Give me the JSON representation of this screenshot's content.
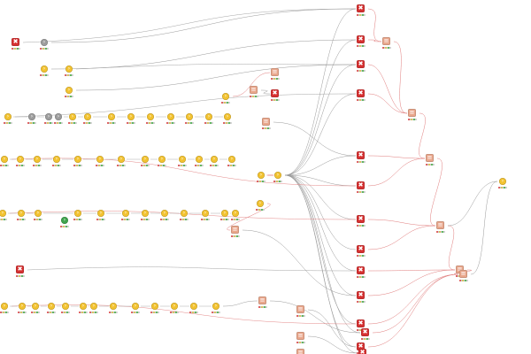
{
  "theme": {
    "background": "#ffffff",
    "edge_grey": "#9a9a9a",
    "edge_red": "#e07a7a",
    "yellow": "#f2c230",
    "grey": "#9c9c9c",
    "green": "#3fa34d",
    "salmon": "#e9a78c",
    "red": "#d63232"
  },
  "node_types": {
    "yellow": {
      "icon": "arrow-right-icon"
    },
    "grey": {
      "icon": "arrow-right-icon"
    },
    "green": {
      "icon": "arrow-right-icon"
    },
    "salmon": {
      "icon": "table-icon"
    },
    "red": {
      "icon": "cross-icon"
    }
  },
  "nodes": [
    {
      "id": "n1",
      "type": "red",
      "label": "",
      "caption": ""
    },
    {
      "id": "n2",
      "type": "grey",
      "label": "",
      "caption": ""
    },
    {
      "id": "n3",
      "type": "yellow",
      "label": "",
      "caption": ""
    },
    {
      "id": "n4",
      "type": "yellow",
      "label": "",
      "caption": ""
    },
    {
      "id": "n5",
      "type": "yellow",
      "label": "",
      "caption": ""
    },
    {
      "id": "n6",
      "type": "yellow",
      "label": "",
      "caption": ""
    },
    {
      "id": "n7",
      "type": "grey",
      "label": "",
      "caption": ""
    },
    {
      "id": "n8",
      "type": "grey",
      "label": "",
      "caption": ""
    },
    {
      "id": "n9",
      "type": "grey",
      "label": "",
      "caption": ""
    },
    {
      "id": "n10",
      "type": "yellow",
      "label": "",
      "caption": ""
    },
    {
      "id": "n11",
      "type": "yellow",
      "label": "",
      "caption": ""
    },
    {
      "id": "n12",
      "type": "yellow",
      "label": "",
      "caption": ""
    },
    {
      "id": "n13",
      "type": "yellow",
      "label": "",
      "caption": ""
    },
    {
      "id": "n14",
      "type": "yellow",
      "label": "",
      "caption": ""
    },
    {
      "id": "n15",
      "type": "yellow",
      "label": "",
      "caption": ""
    },
    {
      "id": "n16",
      "type": "yellow",
      "label": "",
      "caption": ""
    },
    {
      "id": "n17",
      "type": "yellow",
      "label": "",
      "caption": ""
    },
    {
      "id": "n18",
      "type": "yellow",
      "label": "",
      "caption": ""
    },
    {
      "id": "n19",
      "type": "yellow",
      "label": "",
      "caption": ""
    },
    {
      "id": "n20",
      "type": "salmon",
      "label": "",
      "caption": ""
    },
    {
      "id": "n21",
      "type": "salmon",
      "label": "",
      "caption": ""
    },
    {
      "id": "n22",
      "type": "red",
      "label": "",
      "caption": ""
    },
    {
      "id": "n23",
      "type": "salmon",
      "label": "",
      "caption": ""
    },
    {
      "id": "n24",
      "type": "yellow",
      "label": "",
      "caption": ""
    },
    {
      "id": "n25",
      "type": "yellow",
      "label": "",
      "caption": ""
    },
    {
      "id": "n26",
      "type": "yellow",
      "label": "",
      "caption": ""
    },
    {
      "id": "n27",
      "type": "yellow",
      "label": "",
      "caption": ""
    },
    {
      "id": "n28",
      "type": "yellow",
      "label": "",
      "caption": ""
    },
    {
      "id": "n29",
      "type": "yellow",
      "label": "",
      "caption": ""
    },
    {
      "id": "n30",
      "type": "yellow",
      "label": "",
      "caption": ""
    },
    {
      "id": "n31",
      "type": "yellow",
      "label": "",
      "caption": ""
    },
    {
      "id": "n32",
      "type": "yellow",
      "label": "",
      "caption": ""
    },
    {
      "id": "n33",
      "type": "yellow",
      "label": "",
      "caption": ""
    },
    {
      "id": "n34",
      "type": "yellow",
      "label": "",
      "caption": ""
    },
    {
      "id": "n35",
      "type": "yellow",
      "label": "",
      "caption": ""
    },
    {
      "id": "n36",
      "type": "yellow",
      "label": "",
      "caption": ""
    },
    {
      "id": "n37",
      "type": "yellow",
      "label": "",
      "caption": ""
    },
    {
      "id": "n38",
      "type": "yellow",
      "label": "",
      "caption": ""
    },
    {
      "id": "n39",
      "type": "yellow",
      "label": "",
      "caption": ""
    },
    {
      "id": "n40",
      "type": "yellow",
      "label": "",
      "caption": ""
    },
    {
      "id": "n41",
      "type": "yellow",
      "label": "",
      "caption": ""
    },
    {
      "id": "n42",
      "type": "yellow",
      "label": "",
      "caption": ""
    },
    {
      "id": "n43",
      "type": "yellow",
      "label": "",
      "caption": ""
    },
    {
      "id": "n44",
      "type": "yellow",
      "label": "",
      "caption": ""
    },
    {
      "id": "n45",
      "type": "yellow",
      "label": "",
      "caption": ""
    },
    {
      "id": "n46",
      "type": "yellow",
      "label": "",
      "caption": ""
    },
    {
      "id": "n47",
      "type": "green",
      "label": "",
      "caption": ""
    },
    {
      "id": "n48",
      "type": "yellow",
      "label": "",
      "caption": ""
    },
    {
      "id": "n49",
      "type": "yellow",
      "label": "",
      "caption": ""
    },
    {
      "id": "n50",
      "type": "yellow",
      "label": "",
      "caption": ""
    },
    {
      "id": "n51",
      "type": "yellow",
      "label": "",
      "caption": ""
    },
    {
      "id": "n52",
      "type": "yellow",
      "label": "",
      "caption": ""
    },
    {
      "id": "n53",
      "type": "salmon",
      "label": "",
      "caption": ""
    },
    {
      "id": "n54",
      "type": "red",
      "label": "",
      "caption": ""
    },
    {
      "id": "n55",
      "type": "yellow",
      "label": "",
      "caption": ""
    },
    {
      "id": "n56",
      "type": "yellow",
      "label": "",
      "caption": ""
    },
    {
      "id": "n57",
      "type": "yellow",
      "label": "",
      "caption": ""
    },
    {
      "id": "n58",
      "type": "yellow",
      "label": "",
      "caption": ""
    },
    {
      "id": "n59",
      "type": "yellow",
      "label": "",
      "caption": ""
    },
    {
      "id": "n60",
      "type": "yellow",
      "label": "",
      "caption": ""
    },
    {
      "id": "n61",
      "type": "yellow",
      "label": "",
      "caption": ""
    },
    {
      "id": "n62",
      "type": "yellow",
      "label": "",
      "caption": ""
    },
    {
      "id": "n63",
      "type": "yellow",
      "label": "",
      "caption": ""
    },
    {
      "id": "n64",
      "type": "yellow",
      "label": "",
      "caption": ""
    },
    {
      "id": "n65",
      "type": "yellow",
      "label": "",
      "caption": ""
    },
    {
      "id": "n66",
      "type": "yellow",
      "label": "",
      "caption": ""
    },
    {
      "id": "n67",
      "type": "yellow",
      "label": "",
      "caption": ""
    },
    {
      "id": "n68",
      "type": "salmon",
      "label": "",
      "caption": ""
    },
    {
      "id": "n69",
      "type": "salmon",
      "label": "",
      "caption": ""
    },
    {
      "id": "n70",
      "type": "salmon",
      "label": "",
      "caption": ""
    },
    {
      "id": "n71",
      "type": "salmon",
      "label": "",
      "caption": ""
    },
    {
      "id": "r1",
      "type": "red",
      "label": "",
      "caption": ""
    },
    {
      "id": "r2",
      "type": "red",
      "label": "",
      "caption": ""
    },
    {
      "id": "r3",
      "type": "red",
      "label": "",
      "caption": ""
    },
    {
      "id": "r4",
      "type": "red",
      "label": "",
      "caption": ""
    },
    {
      "id": "r5",
      "type": "red",
      "label": "",
      "caption": ""
    },
    {
      "id": "r6",
      "type": "red",
      "label": "",
      "caption": ""
    },
    {
      "id": "r7",
      "type": "red",
      "label": "",
      "caption": ""
    },
    {
      "id": "r8",
      "type": "red",
      "label": "",
      "caption": ""
    },
    {
      "id": "r9",
      "type": "red",
      "label": "",
      "caption": ""
    },
    {
      "id": "r10",
      "type": "red",
      "label": "",
      "caption": ""
    },
    {
      "id": "r11",
      "type": "red",
      "label": "",
      "caption": ""
    },
    {
      "id": "r12",
      "type": "red",
      "label": "",
      "caption": ""
    },
    {
      "id": "r13",
      "type": "red",
      "label": "",
      "caption": ""
    },
    {
      "id": "r14",
      "type": "red",
      "label": "",
      "caption": ""
    },
    {
      "id": "j1",
      "type": "salmon",
      "label": "",
      "caption": ""
    },
    {
      "id": "j2",
      "type": "salmon",
      "label": "",
      "caption": ""
    },
    {
      "id": "j3",
      "type": "salmon",
      "label": "",
      "caption": ""
    },
    {
      "id": "j4",
      "type": "salmon",
      "label": "",
      "caption": ""
    },
    {
      "id": "j5",
      "type": "salmon",
      "label": "",
      "caption": ""
    },
    {
      "id": "j6",
      "type": "salmon",
      "label": "",
      "caption": ""
    },
    {
      "id": "out",
      "type": "yellow",
      "label": "",
      "caption": ""
    }
  ],
  "edges": [
    {
      "from": "n2",
      "to": "r1",
      "color": "grey"
    },
    {
      "from": "n3",
      "to": "r2",
      "color": "grey"
    },
    {
      "from": "n5",
      "to": "r3",
      "color": "grey"
    },
    {
      "from": "n19",
      "to": "n20",
      "color": "red"
    },
    {
      "from": "n21",
      "to": "n22",
      "color": "grey"
    },
    {
      "from": "n23",
      "to": "r5",
      "color": "grey"
    },
    {
      "from": "n40",
      "to": "n41",
      "color": "red"
    },
    {
      "from": "n41",
      "to": "r1",
      "color": "grey"
    },
    {
      "from": "n41",
      "to": "r2",
      "color": "grey"
    },
    {
      "from": "n41",
      "to": "r3",
      "color": "grey"
    },
    {
      "from": "n41",
      "to": "r4",
      "color": "grey"
    },
    {
      "from": "n41",
      "to": "r5",
      "color": "grey"
    },
    {
      "from": "n41",
      "to": "r6",
      "color": "grey"
    },
    {
      "from": "n41",
      "to": "r7",
      "color": "grey"
    },
    {
      "from": "n41",
      "to": "r8",
      "color": "grey"
    },
    {
      "from": "n41",
      "to": "r9",
      "color": "grey"
    },
    {
      "from": "n41",
      "to": "r10",
      "color": "grey"
    },
    {
      "from": "n41",
      "to": "r11",
      "color": "grey"
    },
    {
      "from": "n41",
      "to": "r12",
      "color": "grey"
    },
    {
      "from": "n41",
      "to": "r13",
      "color": "grey"
    },
    {
      "from": "n41",
      "to": "r14",
      "color": "grey"
    },
    {
      "from": "n52",
      "to": "n53",
      "color": "red"
    },
    {
      "from": "n53",
      "to": "r10",
      "color": "grey"
    },
    {
      "from": "n67",
      "to": "n68",
      "color": "grey"
    },
    {
      "from": "n68",
      "to": "r12",
      "color": "grey"
    },
    {
      "from": "n69",
      "to": "r13",
      "color": "grey"
    },
    {
      "from": "n70",
      "to": "r14",
      "color": "grey"
    },
    {
      "from": "r1",
      "to": "j1",
      "color": "red"
    },
    {
      "from": "r2",
      "to": "j1",
      "color": "red"
    },
    {
      "from": "r3",
      "to": "j2",
      "color": "red"
    },
    {
      "from": "r4",
      "to": "j2",
      "color": "red"
    },
    {
      "from": "j1",
      "to": "j2",
      "color": "red"
    },
    {
      "from": "j2",
      "to": "j3",
      "color": "red"
    },
    {
      "from": "r5",
      "to": "j3",
      "color": "red"
    },
    {
      "from": "r6",
      "to": "j3",
      "color": "red"
    },
    {
      "from": "j3",
      "to": "j4",
      "color": "red"
    },
    {
      "from": "r7",
      "to": "j4",
      "color": "red"
    },
    {
      "from": "r8",
      "to": "j4",
      "color": "red"
    },
    {
      "from": "j4",
      "to": "j5",
      "color": "red"
    },
    {
      "from": "r9",
      "to": "j5",
      "color": "red"
    },
    {
      "from": "r10",
      "to": "j5",
      "color": "red"
    },
    {
      "from": "j5",
      "to": "j6",
      "color": "red"
    },
    {
      "from": "r11",
      "to": "j6",
      "color": "red"
    },
    {
      "from": "r12",
      "to": "j6",
      "color": "red"
    },
    {
      "from": "r13",
      "to": "j6",
      "color": "red"
    },
    {
      "from": "j4",
      "to": "out",
      "color": "grey"
    },
    {
      "from": "j6",
      "to": "out",
      "color": "grey"
    }
  ]
}
